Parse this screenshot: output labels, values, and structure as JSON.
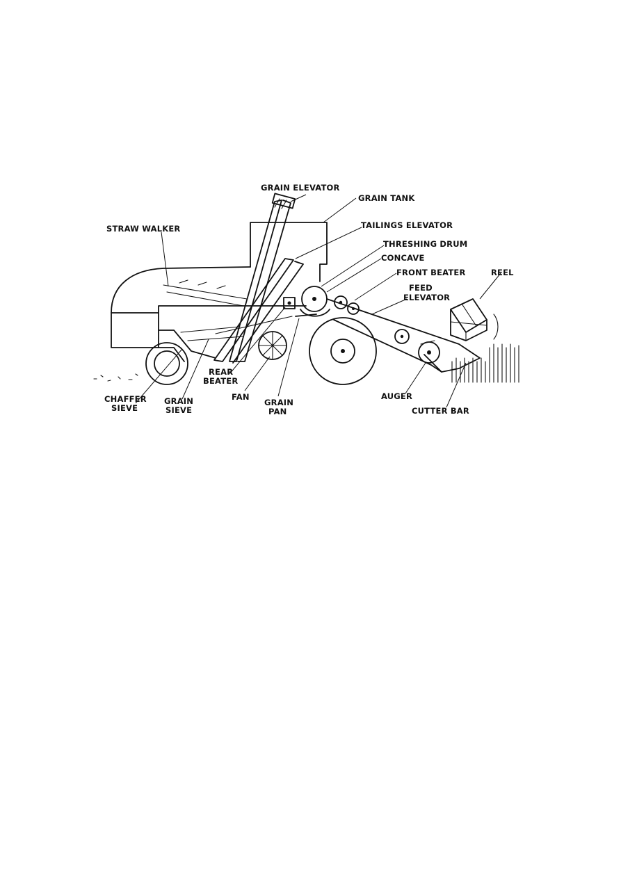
{
  "labels": {
    "grain_elevator": "GRAIN ELEVATOR",
    "grain_tank": "GRAIN TANK",
    "tailings_elevator": "TAILINGS ELEVATOR",
    "straw_walker": "STRAW WALKER",
    "threshing_drum": "THRESHING DRUM",
    "concave": "CONCAVE",
    "front_beater": "FRONT BEATER",
    "reel": "REEL",
    "feed_elevator_1": "FEED",
    "feed_elevator_2": "ELEVATOR",
    "rear_beater_1": "REAR",
    "rear_beater_2": "BEATER",
    "chaffer_sieve_1": "CHAFFER",
    "chaffer_sieve_2": "SIEVE",
    "grain_sieve_1": "GRAIN",
    "grain_sieve_2": "SIEVE",
    "fan": "FAN",
    "grain_pan_1": "GRAIN",
    "grain_pan_2": "PAN",
    "auger": "AUGER",
    "cutter_bar": "CUTTER BAR"
  }
}
